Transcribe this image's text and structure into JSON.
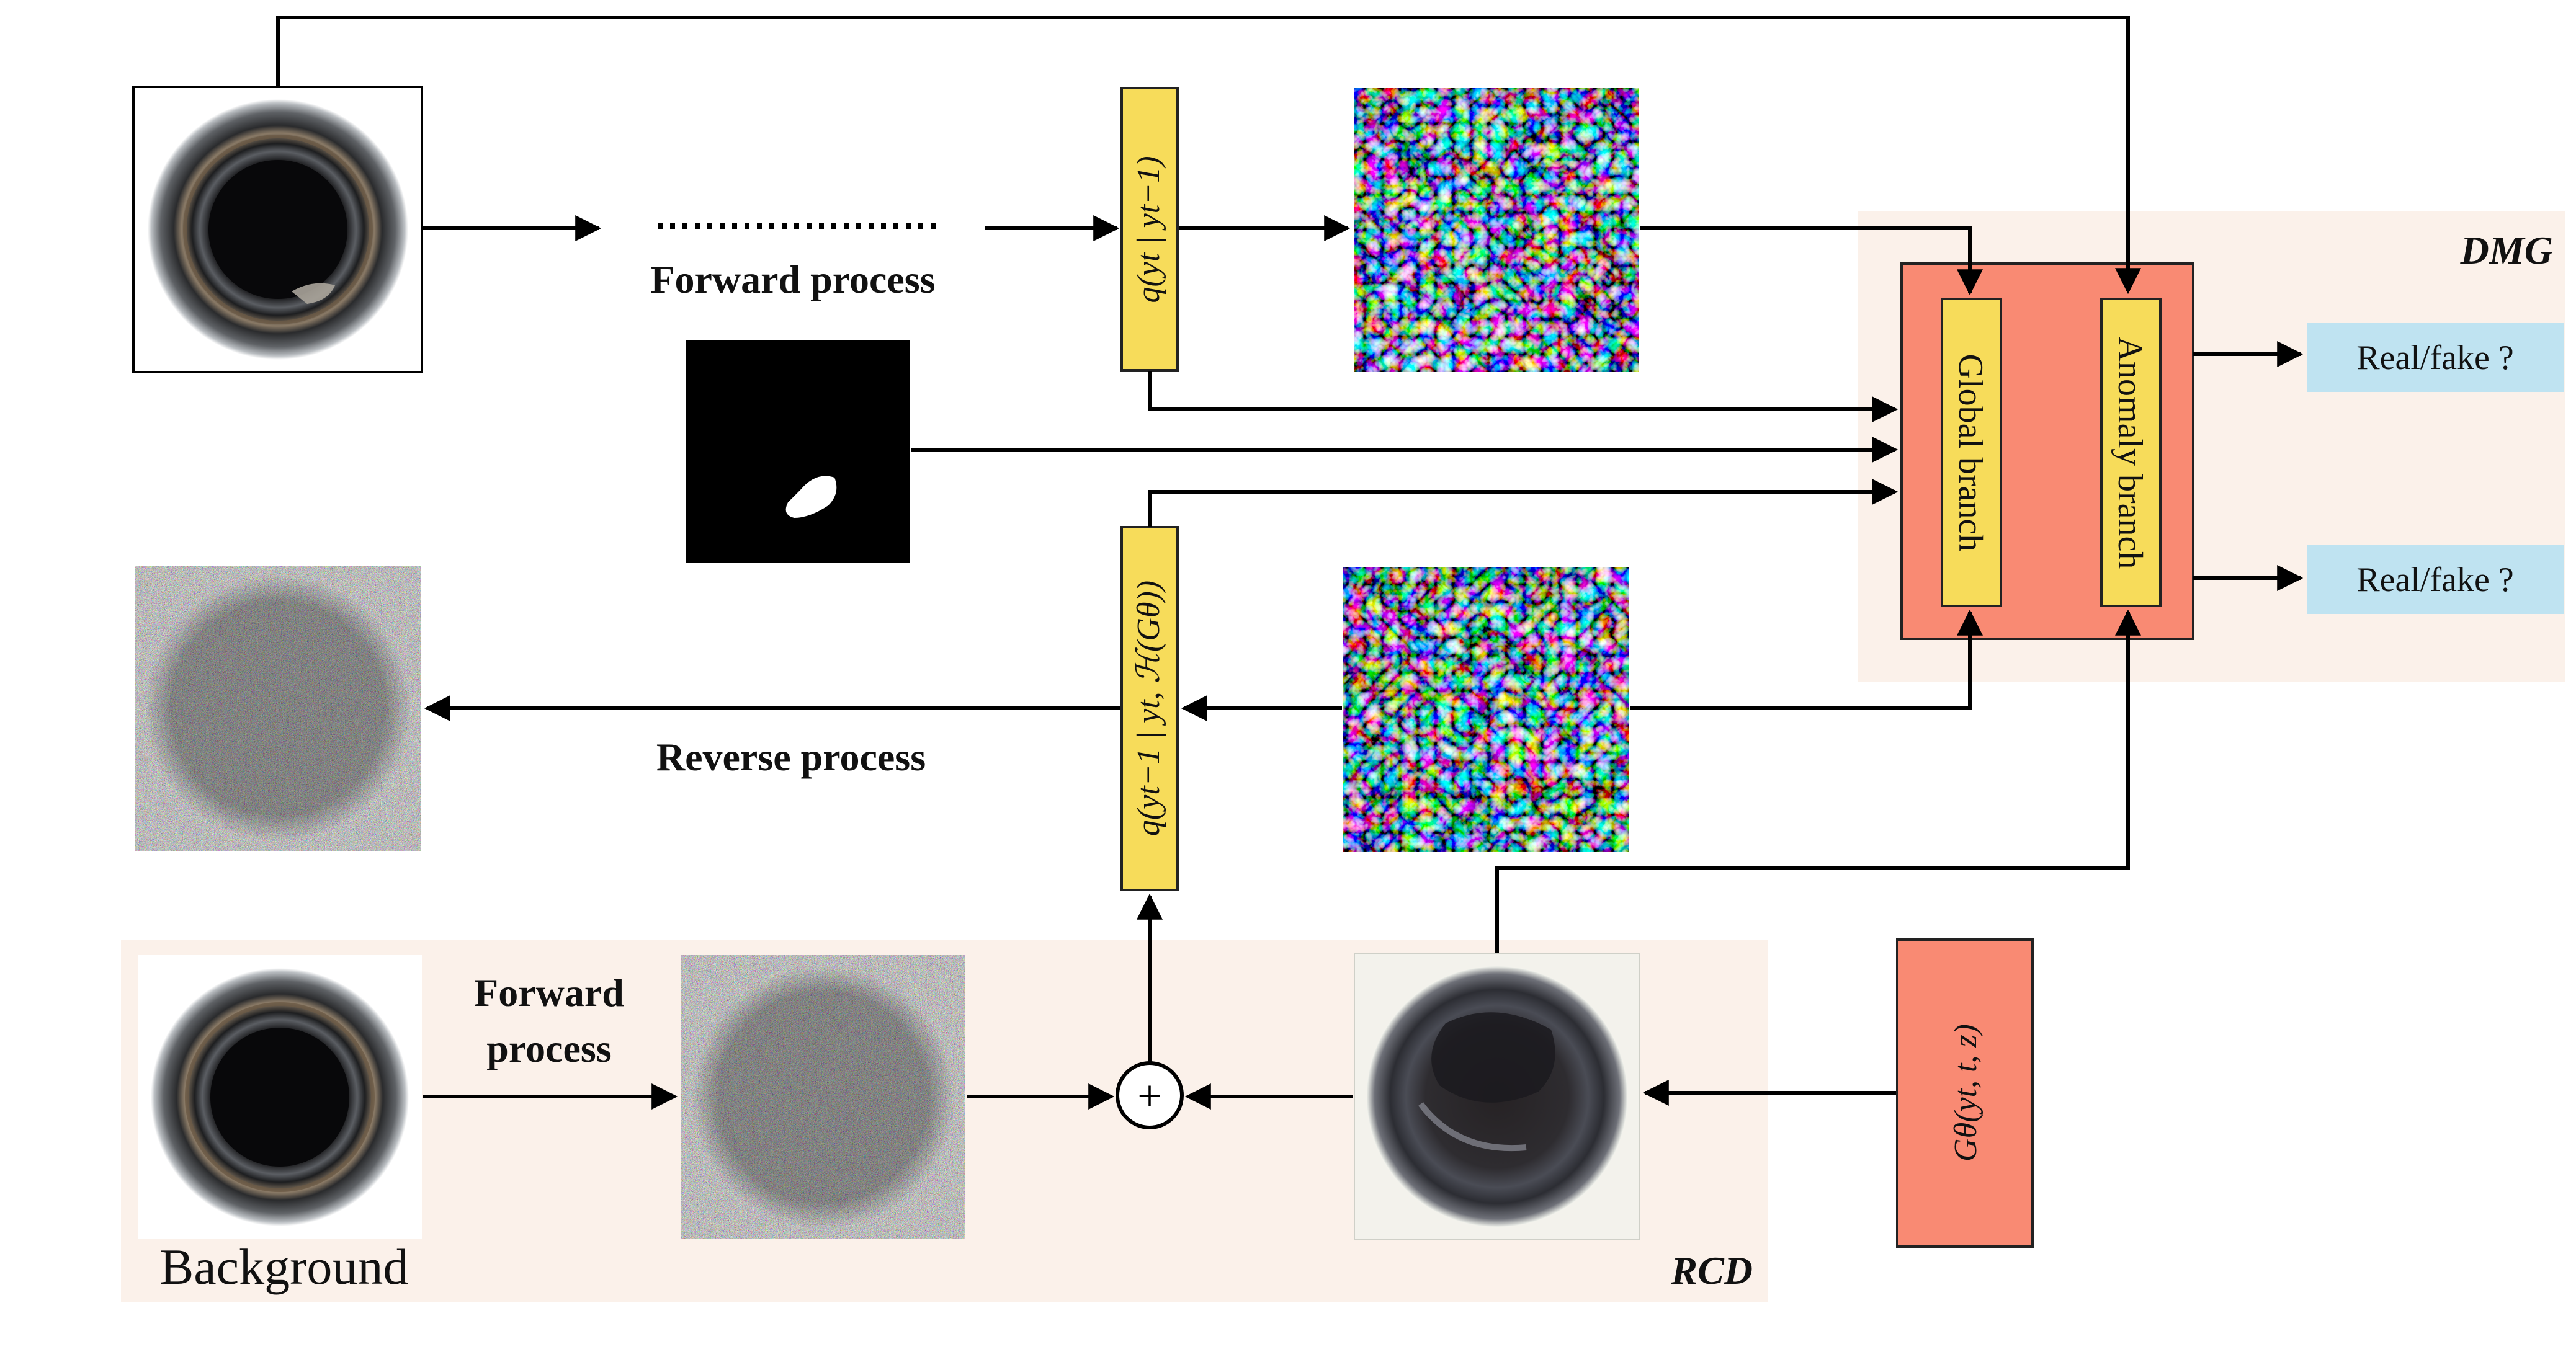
{
  "labels": {
    "forward_process_top": "Forward process",
    "reverse_process": "Reverse process",
    "forward_process_bottom_line1": "Forward",
    "forward_process_bottom_line2": "process",
    "background": "Background",
    "dmg": "DMG",
    "rcd": "RCD",
    "global_branch": "Global branch",
    "anomaly_branch": "Anomaly branch",
    "real_fake_top": "Real/fake ?",
    "real_fake_bottom": "Real/fake ?",
    "q_forward": "q(yt | yt−1)",
    "q_reverse": "q(yt−1 | yt, ℋ(Gθ))",
    "generator": "Gθ(yt, t, z)",
    "sum_symbol": "+"
  },
  "colors": {
    "panel_bg": "#fbf1ea",
    "yellow_block": "#f7dc5a",
    "salmon_block": "#f98a73",
    "output_blue": "#bfe3f1",
    "stroke": "#000000"
  },
  "images": [
    {
      "name": "input-bottle-image",
      "kind": "bottle-with-defect"
    },
    {
      "name": "anomaly-mask-image",
      "kind": "binary-mask"
    },
    {
      "name": "noise-top-image",
      "kind": "colored-noise-patches"
    },
    {
      "name": "noise-mid-image",
      "kind": "colored-noise-patches"
    },
    {
      "name": "noisy-bottle-left-image",
      "kind": "gaussian-noise-over-bottle"
    },
    {
      "name": "background-bottle-image",
      "kind": "normal-bottle"
    },
    {
      "name": "noisy-background-image",
      "kind": "gaussian-noise-over-bottle"
    },
    {
      "name": "generated-anomaly-image",
      "kind": "generated-defect-bottle"
    }
  ]
}
